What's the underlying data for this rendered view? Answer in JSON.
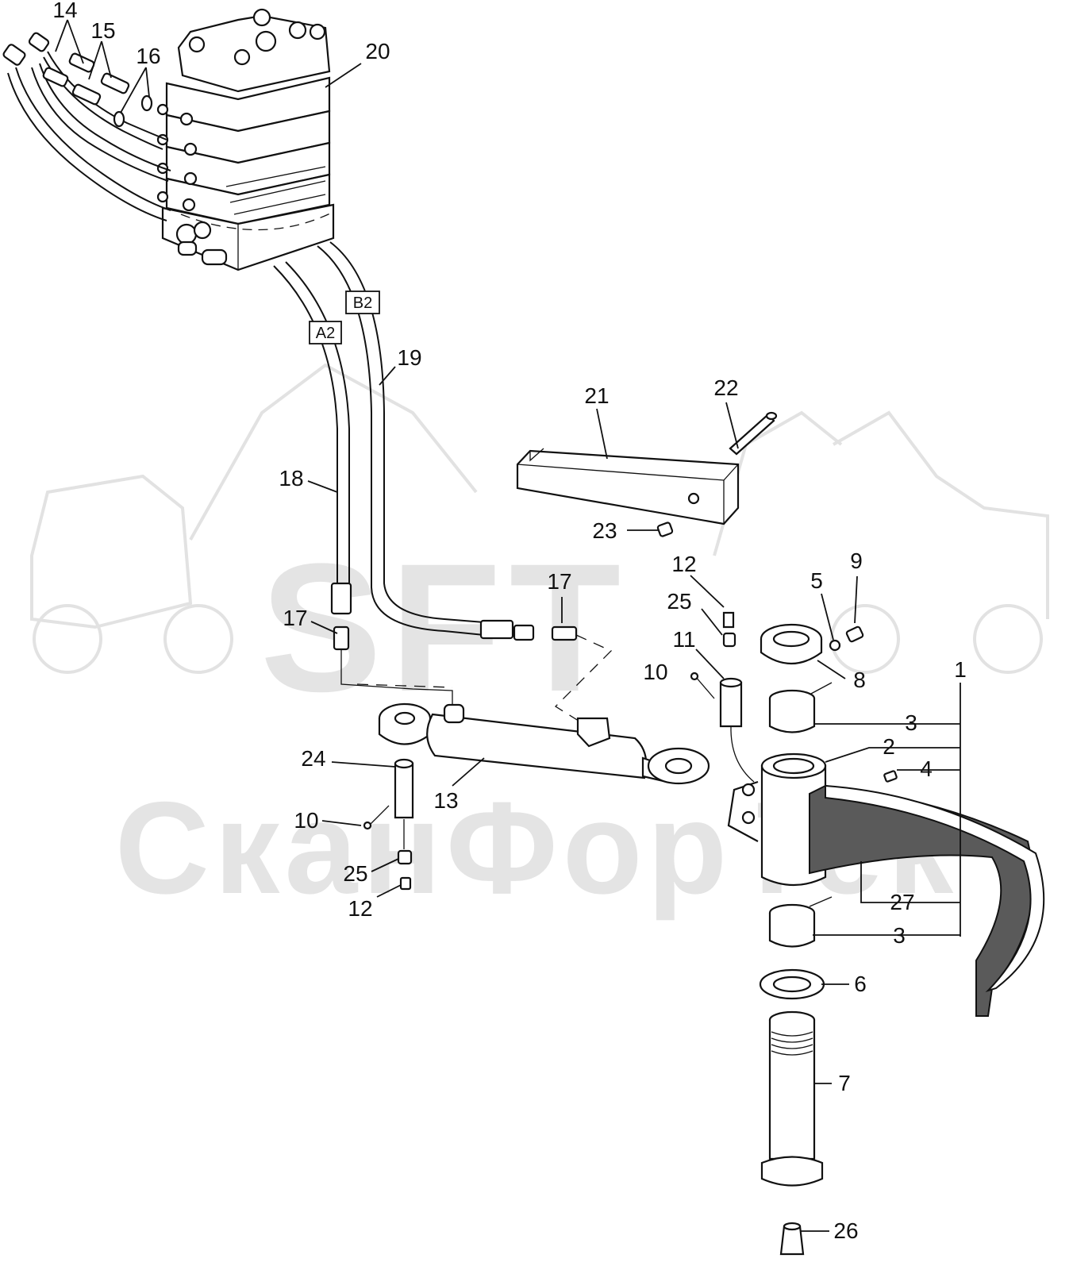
{
  "watermark": {
    "brand": "SFT",
    "name": "СканФорТек"
  },
  "hose_tags": {
    "a2": "A2",
    "b2": "B2"
  },
  "callouts": {
    "c14": "14",
    "c15": "15",
    "c16": "16",
    "c20": "20",
    "c19": "19",
    "c18": "18",
    "c21": "21",
    "c22": "22",
    "c23": "23",
    "c17a": "17",
    "c17b": "17",
    "c12a": "12",
    "c25a": "25",
    "c11": "11",
    "c10a": "10",
    "c9": "9",
    "c5": "5",
    "c8": "8",
    "c1": "1",
    "c3a": "3",
    "c2": "2",
    "c4": "4",
    "c24": "24",
    "c13": "13",
    "c10b": "10",
    "c25b": "25",
    "c12b": "12",
    "c27": "27",
    "c3b": "3",
    "c6": "6",
    "c7": "7",
    "c26": "26"
  },
  "colors": {
    "line": "#111111",
    "watermark": "#e4e4e4",
    "tine_fill": "#555555"
  }
}
